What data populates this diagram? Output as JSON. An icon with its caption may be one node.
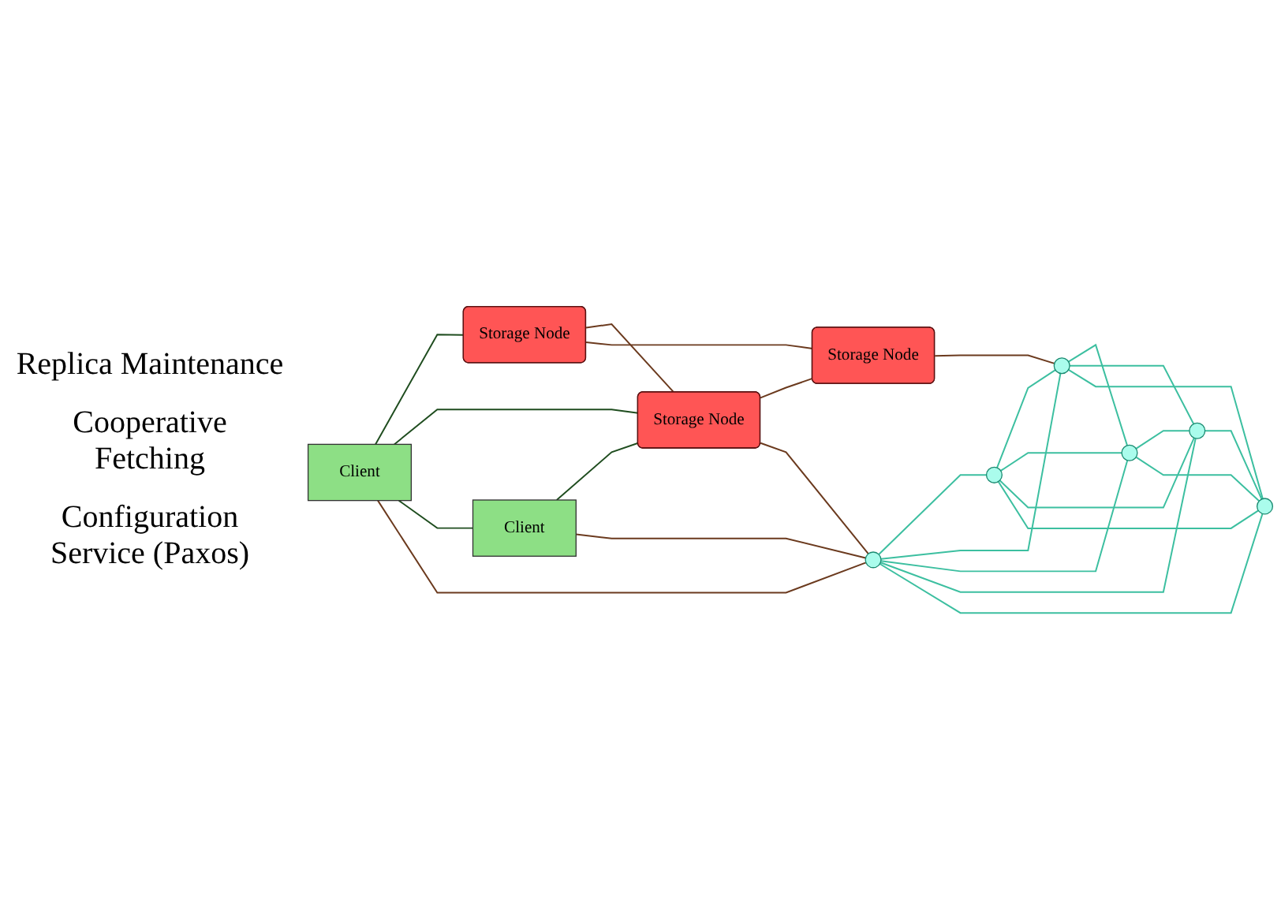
{
  "diagram": {
    "nodes": [
      {
        "text": [
          "Storage Node"
        ]
      },
      {
        "text": [
          "Client"
        ]
      },
      {
        "text": [
          "Storage Node"
        ]
      },
      {
        "text": [
          "Storage Node"
        ]
      },
      {
        "text": [
          "Client"
        ]
      },
      {
        "text": [],
        "shape": "circle"
      },
      {
        "text": [],
        "shape": "circle"
      },
      {
        "text": [],
        "shape": "circle"
      },
      {
        "text": [],
        "shape": "circle"
      },
      {
        "text": [],
        "shape": "circle"
      },
      {
        "text": [],
        "shape": "circle"
      }
    ],
    "edges": [
      {
        "from": 1,
        "to": 0,
        "arrow": "none",
        "color": "#1f4d1f"
      },
      {
        "from": 1,
        "to": 2,
        "arrow": "none",
        "color": "#1f4d1f"
      },
      {
        "from": 1,
        "to": 4,
        "arrow": "none",
        "color": "#1f4d1f"
      },
      {
        "from": 4,
        "to": 2,
        "arrow": "none",
        "color": "#1f4d1f"
      },
      {
        "from": 1,
        "to": 6,
        "arrow": "none",
        "color": "#6b3a1e"
      },
      {
        "from": 4,
        "to": 6,
        "arrow": "none",
        "color": "#6b3a1e"
      },
      {
        "from": 0,
        "to": 2,
        "arrow": "none",
        "color": "#6b3a1e"
      },
      {
        "from": 0,
        "to": 3,
        "arrow": "none",
        "color": "#6b3a1e"
      },
      {
        "from": 2,
        "to": 3,
        "arrow": "none",
        "color": "#6b3a1e"
      },
      {
        "from": 2,
        "to": 6,
        "arrow": "none",
        "color": "#6b3a1e"
      },
      {
        "from": 3,
        "to": 7,
        "arrow": "none",
        "color": "#6b3a1e"
      },
      {
        "from": 6,
        "to": 5,
        "arrow": "none"
      },
      {
        "from": 6,
        "to": 7,
        "arrow": "none"
      },
      {
        "from": 6,
        "to": 8,
        "arrow": "none"
      },
      {
        "from": 6,
        "to": 10,
        "arrow": "none"
      },
      {
        "from": 6,
        "to": 9,
        "arrow": "none"
      },
      {
        "from": 5,
        "to": 7,
        "arrow": "none"
      },
      {
        "from": 5,
        "to": 8,
        "arrow": "none"
      },
      {
        "from": 5,
        "to": 10,
        "arrow": "none"
      },
      {
        "from": 5,
        "to": 9,
        "arrow": "none"
      },
      {
        "from": 7,
        "to": 8,
        "arrow": "none"
      },
      {
        "from": 7,
        "to": 10,
        "arrow": "none"
      },
      {
        "from": 7,
        "to": 9,
        "arrow": "none"
      },
      {
        "from": 8,
        "to": 10,
        "arrow": "none"
      },
      {
        "from": 8,
        "to": 9,
        "arrow": "none"
      },
      {
        "from": 10,
        "to": 9,
        "arrow": "none"
      }
    ],
    "labels": [
      "Replica Maintenance",
      "Cooperative Fetching",
      "Configuration Service (Paxos)"
    ]
  }
}
